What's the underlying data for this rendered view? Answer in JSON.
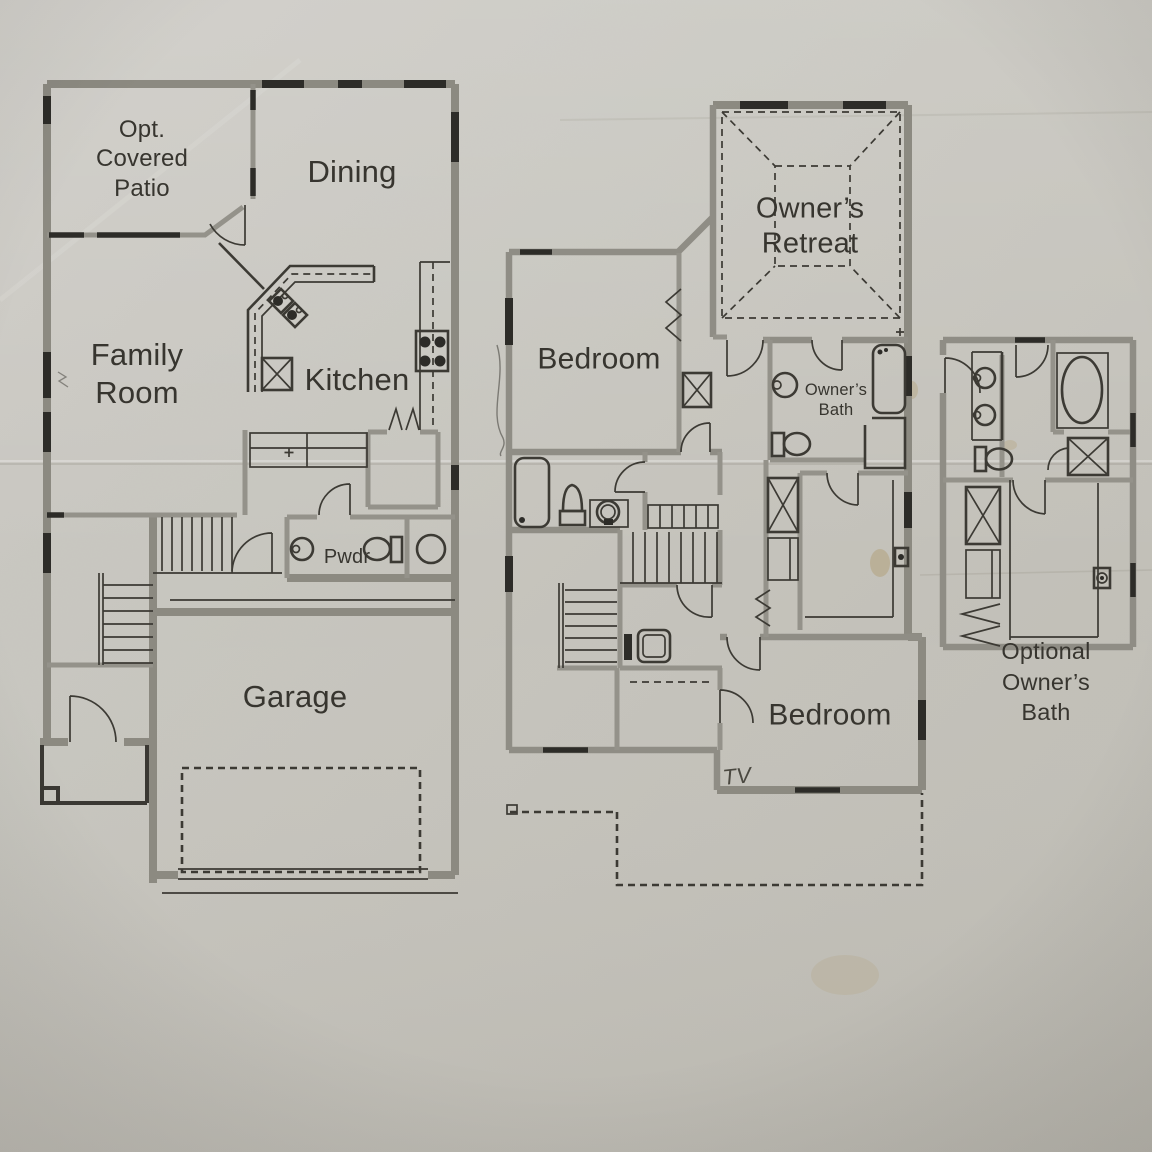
{
  "document": {
    "kind": "scanned two-story residential floor plan",
    "palette": {
      "paper": "#cbc9c2",
      "ink": "#3c3a34",
      "wall_gray": "#8c8a81",
      "window_dark": "#2d2c28"
    }
  },
  "first_floor": {
    "patio_label": "Opt.\nCovered\nPatio",
    "dining_label": "Dining",
    "family_room_label": "Family\nRoom",
    "kitchen_label": "Kitchen",
    "powder_label": "Pwdr",
    "garage_label": "Garage"
  },
  "second_floor": {
    "bedroom_front_label": "Bedroom",
    "owners_retreat_label": "Owner’s\nRetreat",
    "owners_bath_label": "Owner’s\nBath",
    "bedroom_rear_label": "Bedroom",
    "tv_note": "TV"
  },
  "inset": {
    "caption": "Optional\nOwner’s Bath"
  }
}
